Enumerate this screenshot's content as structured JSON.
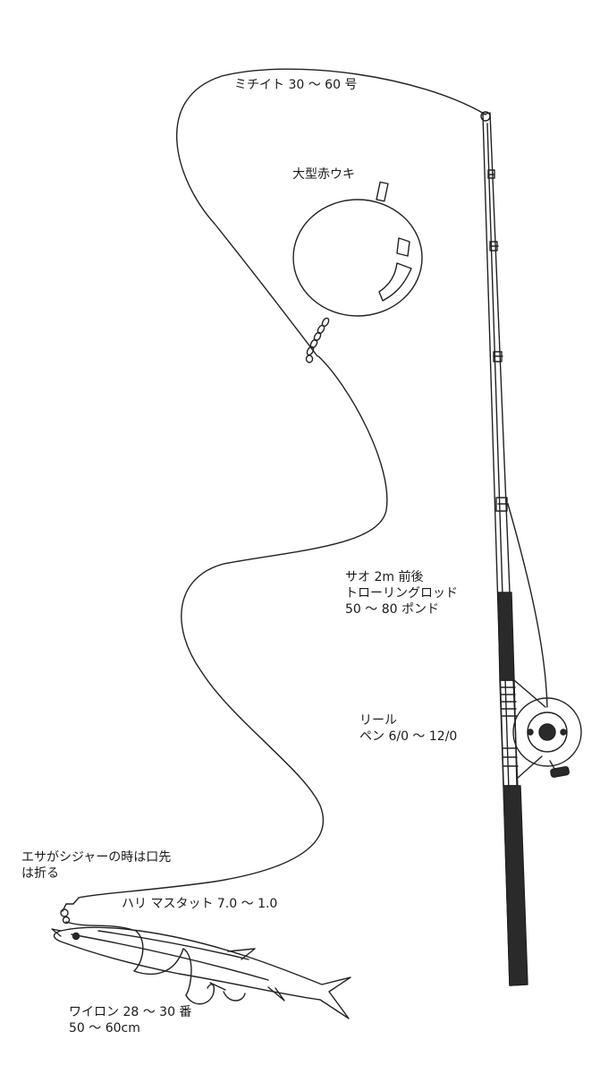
{
  "labels": {
    "main_line": "ミチイト 30 〜 60 号",
    "float": "大型赤ウキ",
    "rod": [
      "サオ 2m 前後",
      "トローリングロッド",
      "50 〜 80 ポンド"
    ],
    "reel": [
      "リール",
      "ペン 6/0 〜 12/0"
    ],
    "bait": [
      "エサがシジャーの時は口先",
      "は折る"
    ],
    "hook": "ハリ マスタット 7.0 〜 1.0",
    "leader": [
      "ワイロン 28 〜 30 番",
      "50 〜 60cm"
    ]
  }
}
